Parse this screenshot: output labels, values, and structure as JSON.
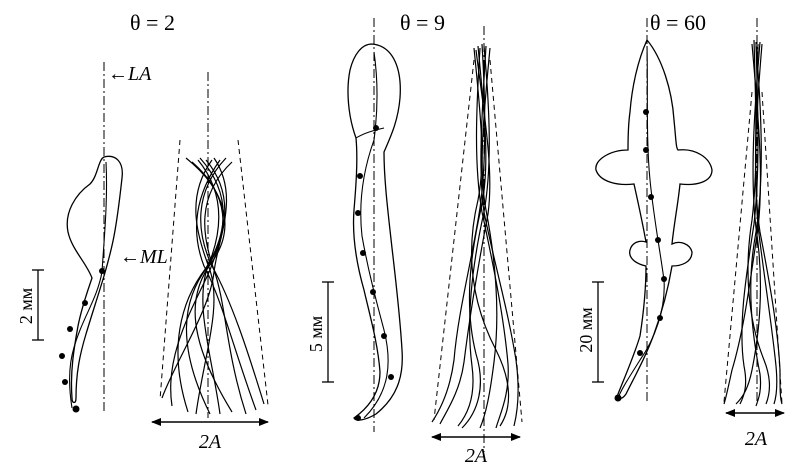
{
  "panels": [
    {
      "theta": "θ = 2",
      "scale": "2 мм",
      "amplitude": "2A",
      "axis_label": "←LA",
      "midline_label": "←ML"
    },
    {
      "theta": "θ = 9",
      "scale": "5 мм",
      "amplitude": "2A"
    },
    {
      "theta": "θ = 60",
      "scale": "20 мм",
      "amplitude": "2A"
    }
  ]
}
